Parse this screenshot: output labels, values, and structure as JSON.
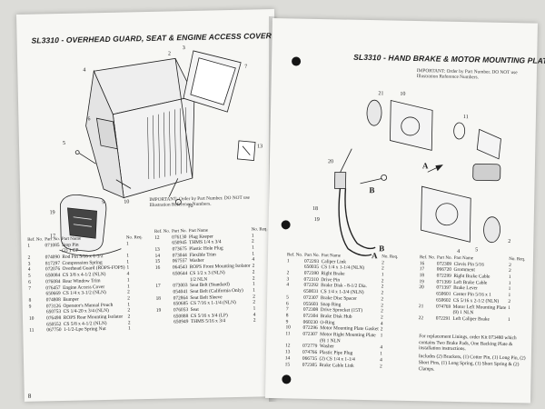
{
  "left_page": {
    "title": "SL3310 - OVERHEAD GUARD, SEAT & ENGINE ACCESS COVER",
    "note": "IMPORTANT: Order by Part Number. DO NOT use Illustration Reference Numbers.",
    "page_number": "8",
    "col1": [
      {
        "ref": "1",
        "part": "071085",
        "name": "Stop Pin",
        "req": "1"
      },
      {
        "ref": "",
        "part": "",
        "name": "(2) 1 CP",
        "req": ""
      },
      {
        "ref": "2",
        "part": "074090",
        "name": "Rod Pin 5/16 x 1-1/2",
        "req": "1"
      },
      {
        "ref": "3",
        "part": "817297",
        "name": "Compression Spring",
        "req": "1"
      },
      {
        "ref": "4",
        "part": "072076",
        "name": "Overhead Guard (ROPS-FOPS)",
        "req": "1"
      },
      {
        "ref": "5",
        "part": "650084",
        "name": "CS 3/8 x 4-1/2 (NLN)",
        "req": "4"
      },
      {
        "ref": "6",
        "part": "076084",
        "name": "Rear Window Trim",
        "req": "1"
      },
      {
        "ref": "7",
        "part": "076457",
        "name": "Engine Access Cover",
        "req": "1"
      },
      {
        "ref": "",
        "part": "650669",
        "name": "CS 1/4 x 3-1/2 (NLN)",
        "req": "2"
      },
      {
        "ref": "8",
        "part": "074808",
        "name": "Bumper",
        "req": "2"
      },
      {
        "ref": "9",
        "part": "073126",
        "name": "Operator's Manual Pouch",
        "req": "1"
      },
      {
        "ref": "",
        "part": "650753",
        "name": "CS 1/4-20 x 3/4 (NLN)",
        "req": "2"
      },
      {
        "ref": "10",
        "part": "076498",
        "name": "ROPS Rear Mounting Isolator",
        "req": "2"
      },
      {
        "ref": "",
        "part": "650552",
        "name": "CS 5/8 x 4-1/2 (NLN)",
        "req": "2"
      },
      {
        "ref": "11",
        "part": "067750",
        "name": "1-1/2-Lpe Spring Nut",
        "req": "1"
      }
    ],
    "col2": [
      {
        "ref": "12",
        "part": "076130",
        "name": "Plug Keeper",
        "req": "1"
      },
      {
        "ref": "",
        "part": "650945",
        "name": "THMS 1/4 x 3/4",
        "req": "2"
      },
      {
        "ref": "13",
        "part": "073675",
        "name": "Plastic Hole Plug",
        "req": "1"
      },
      {
        "ref": "14",
        "part": "073044",
        "name": "Flexible Trim",
        "req": "1"
      },
      {
        "ref": "15",
        "part": "067557",
        "name": "Washer",
        "req": "4"
      },
      {
        "ref": "16",
        "part": "064543",
        "name": "ROPS Front Mounting Isolator",
        "req": "2"
      },
      {
        "ref": "",
        "part": "650644",
        "name": "CS 1/2 x 3 (NLN)",
        "req": "2"
      },
      {
        "ref": "",
        "part": "",
        "name": "1/2 NLN",
        "req": "2"
      },
      {
        "ref": "17",
        "part": "073003",
        "name": "Seat Belt (Standard)",
        "req": "1"
      },
      {
        "ref": "",
        "part": "",
        "name": "",
        "req": ""
      },
      {
        "ref": "",
        "part": "054041",
        "name": "Seat Belt (California Only)",
        "req": "1"
      },
      {
        "ref": "18",
        "part": "072864",
        "name": "Seat Belt Sleeve",
        "req": "2"
      },
      {
        "ref": "",
        "part": "650685",
        "name": "CS 7/16 x 1-1/4 (NLN)",
        "req": "2"
      },
      {
        "ref": "19",
        "part": "076053",
        "name": "Seat",
        "req": "1"
      },
      {
        "ref": "",
        "part": "650888",
        "name": "CS 5/16 x 3/4 (LP)",
        "req": "4"
      },
      {
        "ref": "",
        "part": "650949",
        "name": "THMS 5/16 x 3/4",
        "req": "2"
      }
    ]
  },
  "right_page": {
    "title": "SL3310 - HAND BRAKE & MOTOR MOUNTING PLATES",
    "note": "IMPORTANT: Order by Part Number. DO NOT use Illustration Reference Numbers.",
    "col1": [
      {
        "ref": "1",
        "part": "072293",
        "name": "Caliper Link",
        "req": "2"
      },
      {
        "ref": "",
        "part": "650035",
        "name": "CS 1/4 x 1-1/4 (NLN)",
        "req": "2"
      },
      {
        "ref": "2",
        "part": "072390",
        "name": "Right Brake",
        "req": "1"
      },
      {
        "ref": "3",
        "part": "072310",
        "name": "Drive Pin",
        "req": "2"
      },
      {
        "ref": "4",
        "part": "072292",
        "name": "Brake Disk - 8-1/2 Dia.",
        "req": "2"
      },
      {
        "ref": "",
        "part": "650031",
        "name": "CS 1/4 x 1-3/4 (NLN)",
        "req": "2"
      },
      {
        "ref": "5",
        "part": "072307",
        "name": "Brake Disc Spacer",
        "req": "2"
      },
      {
        "ref": "6",
        "part": "055603",
        "name": "Snap Ring",
        "req": "2"
      },
      {
        "ref": "7",
        "part": "072308",
        "name": "Drive Sprocket (15T)",
        "req": "2"
      },
      {
        "ref": "8",
        "part": "072304",
        "name": "Brake Disk Hub",
        "req": "2"
      },
      {
        "ref": "9",
        "part": "060230",
        "name": "O-Ring",
        "req": "4"
      },
      {
        "ref": "10",
        "part": "072296",
        "name": "Motor Mounting Plate Gasket",
        "req": "2"
      },
      {
        "ref": "11",
        "part": "072307",
        "name": "Motor Right Mounting Plate",
        "req": "1"
      },
      {
        "ref": "",
        "part": "",
        "name": "(9) 1 NLN",
        "req": ""
      },
      {
        "ref": "12",
        "part": "072779",
        "name": "Washer",
        "req": "4"
      },
      {
        "ref": "13",
        "part": "074766",
        "name": "Plastic Pipe Plug",
        "req": "1"
      },
      {
        "ref": "14",
        "part": "066735",
        "name": "(2) CS 1/4 x 1-1/4",
        "req": "4"
      },
      {
        "ref": "15",
        "part": "072305",
        "name": "Brake Cable Link",
        "req": "2"
      }
    ],
    "col2": [
      {
        "ref": "16",
        "part": "072309",
        "name": "Clevis Pin 5/16",
        "req": "2"
      },
      {
        "ref": "17",
        "part": "066720",
        "name": "Gromment",
        "req": "2"
      },
      {
        "ref": "18",
        "part": "072299",
        "name": "Right Brake Cable",
        "req": "1"
      },
      {
        "ref": "19",
        "part": "071399",
        "name": "Left Brake Cable",
        "req": "1"
      },
      {
        "ref": "20",
        "part": "071397",
        "name": "Brake Lever",
        "req": "1"
      },
      {
        "ref": "",
        "part": "650601",
        "name": "Center Pin 5/16 x 1",
        "req": "1"
      },
      {
        "ref": "",
        "part": "650602",
        "name": "CS 5/16 x 2-1/2 (NLN)",
        "req": "2"
      },
      {
        "ref": "21",
        "part": "074769",
        "name": "Motor Left Mounting Plate",
        "req": "1"
      },
      {
        "ref": "",
        "part": "",
        "name": "(9) 1 NLN",
        "req": ""
      },
      {
        "ref": "22",
        "part": "072291",
        "name": "Left Caliper Brake",
        "req": "1"
      }
    ],
    "extra_notes": [
      "For replacement Linings, order Kit 073480 which contains Two Brake Pads, One Backing Plate & installation instructions.",
      "Includes (2) Brackets, (1) Cotter Pin, (1) Long Pin, (2) Short Pins, (1) Long Spring, (1) Short Spring & (2) Clamps."
    ]
  },
  "table_headers": {
    "ref": "Ref. No.",
    "part": "Part No.",
    "name": "Part Name",
    "req": "No. Req."
  }
}
